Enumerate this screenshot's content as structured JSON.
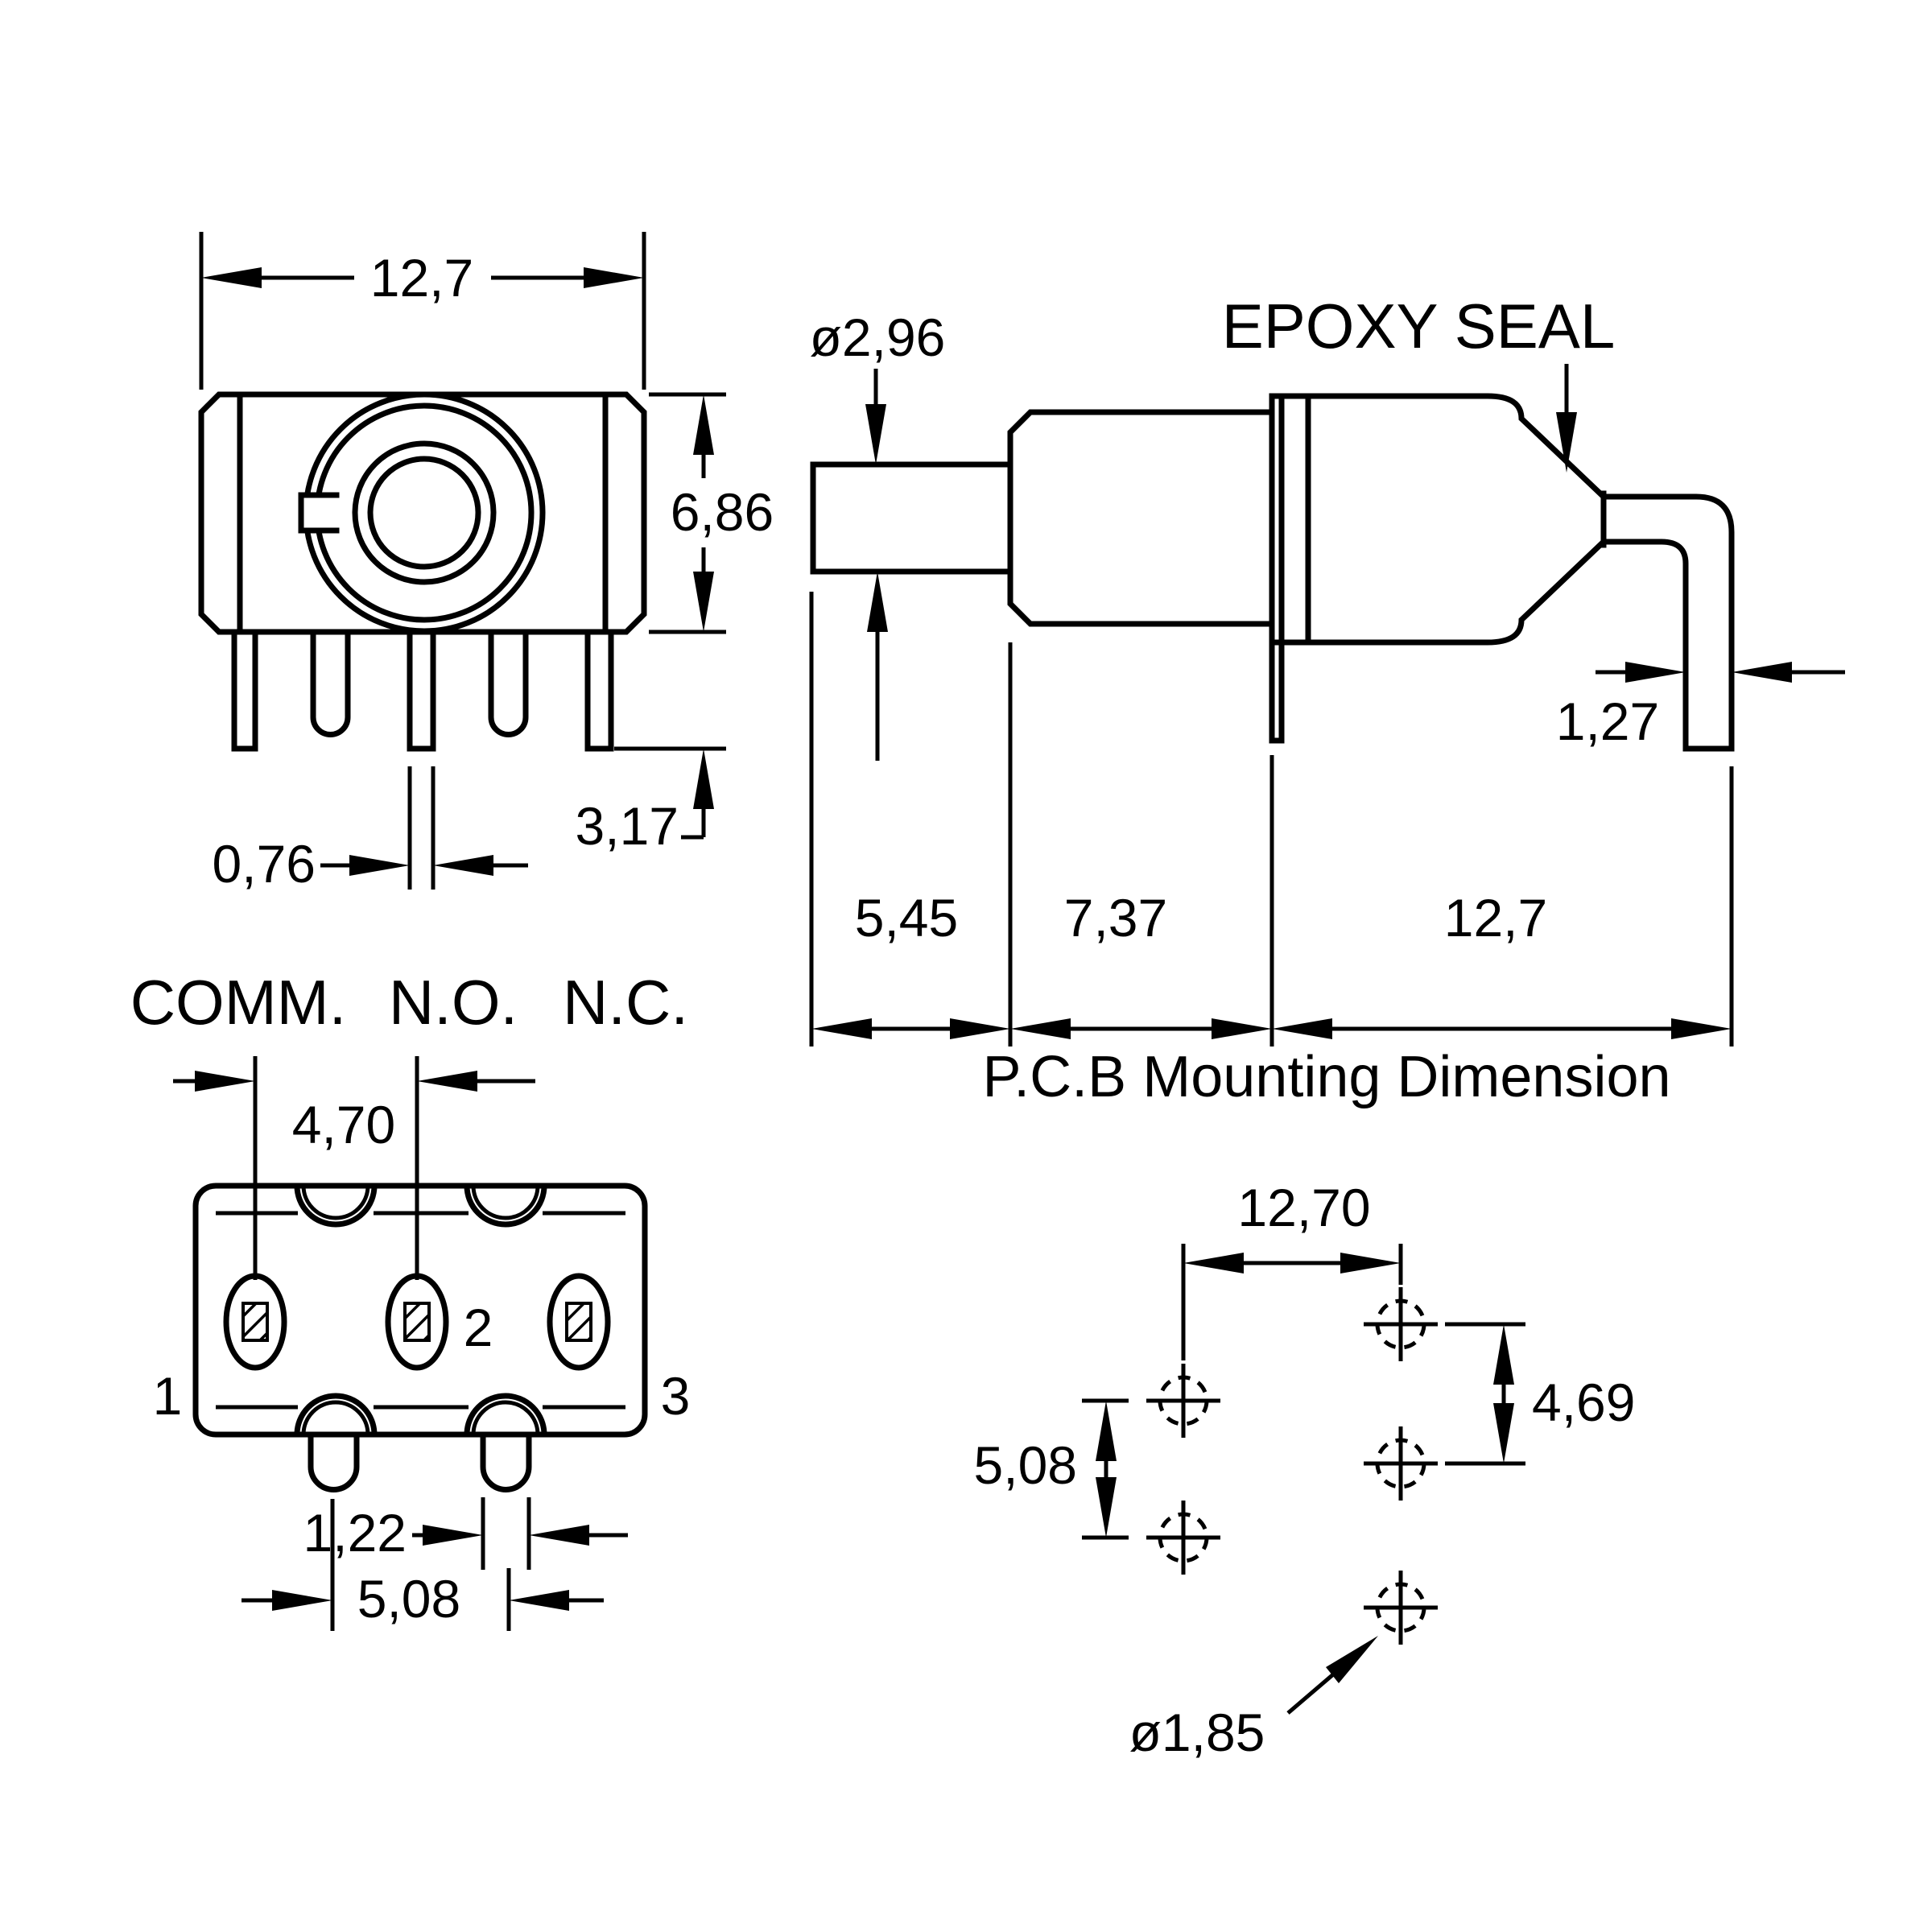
{
  "drawing": {
    "type": "switch-technical-drawing",
    "colors": {
      "ink": "#000000",
      "paper": "#ffffff"
    },
    "front_view": {
      "dim_width": "12,7",
      "dim_height": "6,86",
      "dim_pin_length": "3,17",
      "dim_pin_width": "0,76"
    },
    "side_view": {
      "dim_plunger_diameter": "ø2,96",
      "label_epoxy_seal": "EPOXY SEAL",
      "dim_terminal_thickness": "1,27",
      "dim_plunger_length": "5,45",
      "dim_bushing_length": "7,37",
      "dim_body_length": "12,7"
    },
    "bottom_view": {
      "label_comm": "COMM.",
      "label_no": "N.O.",
      "label_nc": "N.C.",
      "dim_terminal_pitch": "4,70",
      "terminal_1": "1",
      "terminal_2": "2",
      "terminal_3": "3",
      "dim_pin_width": "1,22",
      "dim_pin_pitch": "5,08"
    },
    "pcb_view": {
      "title": "P.C.B Mounting Dimension",
      "dim_hole_pitch_horizontal": "12,70",
      "dim_hole_pitch_right": "4,69",
      "dim_hole_pitch_left": "5,08",
      "dim_hole_diameter": "ø1,85"
    }
  }
}
